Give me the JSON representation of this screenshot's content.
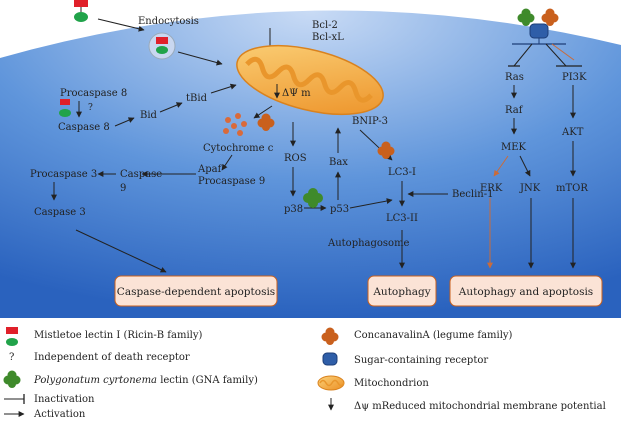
{
  "diagram": {
    "nodes": {
      "endocytosis": "Endocytosis",
      "bcl2": "Bcl-2",
      "bclxl": "Bcl-xL",
      "procaspase8": "Procaspase 8",
      "question": "?",
      "caspase8": "Caspase 8",
      "bid": "Bid",
      "tbid": "tBid",
      "dpsi": "ΔΨ m",
      "cytochrome_c": "Cytochrome c",
      "bnip3": "BNIP-3",
      "apaf": "Apaf",
      "procaspase9": "Procaspase 9",
      "caspase9_a": "Caspase",
      "caspase9_b": "9",
      "procaspase3": "Procaspase  3",
      "caspase3": "Caspase 3",
      "ros": "ROS",
      "bax": "Bax",
      "p38": "p38",
      "p53": "p53",
      "lc3i": "LC3-I",
      "beclin1": "Beclin-1",
      "lc3ii": "LC3-II",
      "autophagosome": "Autophagosome",
      "ras": "Ras",
      "raf": "Raf",
      "mek": "MEK",
      "erk": "ERK",
      "jnk": "JNK",
      "mtor": "mTOR",
      "pi3k": "PI3K",
      "akt": "AKT"
    },
    "outcomes": {
      "caspase_apoptosis": "Caspase-dependent apoptosis",
      "autophagy": "Autophagy",
      "autophagy_apoptosis": "Autophagy and apoptosis"
    },
    "legend": {
      "mistletoe": "Mistletoe lectin I (Ricin-B family)",
      "independent": "Independent of death receptor",
      "polygonatum_italic": "Polygonatum cyrtonema",
      "polygonatum_rest": " lectin (GNA family)",
      "inactivation": "Inactivation",
      "activation": "Activation",
      "concanavalin": "ConcanavalinA (legume family)",
      "sugar_receptor": "Sugar-containing receptor",
      "mitochondrion": "Mitochondrion",
      "delta_psi": "Δψ mReduced mitochondrial membrane potential"
    },
    "colors": {
      "cell_blue": "#2f6cc4",
      "lectin_red": "#e0202a",
      "lectin_green": "#21a34a",
      "gna_green": "#3f8a2b",
      "concanavalin": "#c9601d",
      "mitochondrion": "#f2a23a",
      "outcome_box": "#fbe3d6",
      "erk_arrow": "#c96b3a"
    }
  }
}
